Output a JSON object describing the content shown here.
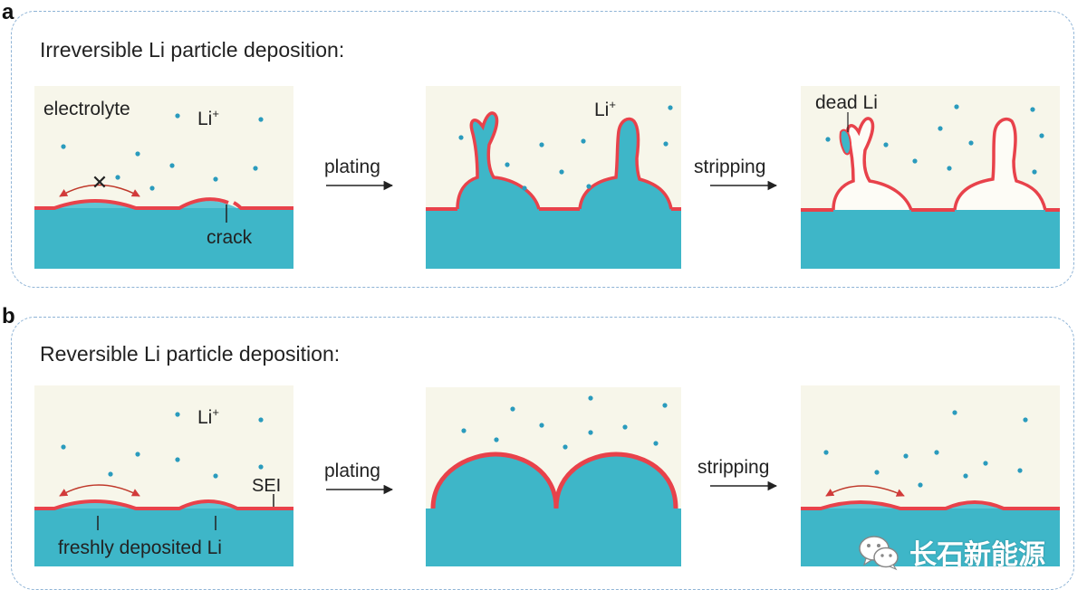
{
  "panel_a": {
    "letter": "a",
    "title": "Irreversible Li particle deposition:",
    "labels": {
      "electrolyte": "electrolyte",
      "li_ion": "Li",
      "li_ion_sup": "+",
      "crack": "crack",
      "dead_li": "dead Li",
      "blocked_mark": "✕"
    },
    "arrows": {
      "plating": "plating",
      "stripping": "stripping"
    }
  },
  "panel_b": {
    "letter": "b",
    "title": "Reversible Li particle deposition:",
    "labels": {
      "li_ion": "Li",
      "li_ion_sup": "+",
      "sei": "SEI",
      "fresh_li": "freshly deposited Li"
    },
    "arrows": {
      "plating": "plating",
      "stripping": "stripping"
    }
  },
  "watermark": {
    "text": "长石新能源",
    "icon": "wechat-icon"
  },
  "colors": {
    "electrolyte_bg": "#f7f6ea",
    "lithium": "#3eb6c8",
    "lithium_light": "#5fc6d6",
    "sei": "#e8424b",
    "ion_dot": "#2a9bbd",
    "frame": "#8fb4d6"
  }
}
